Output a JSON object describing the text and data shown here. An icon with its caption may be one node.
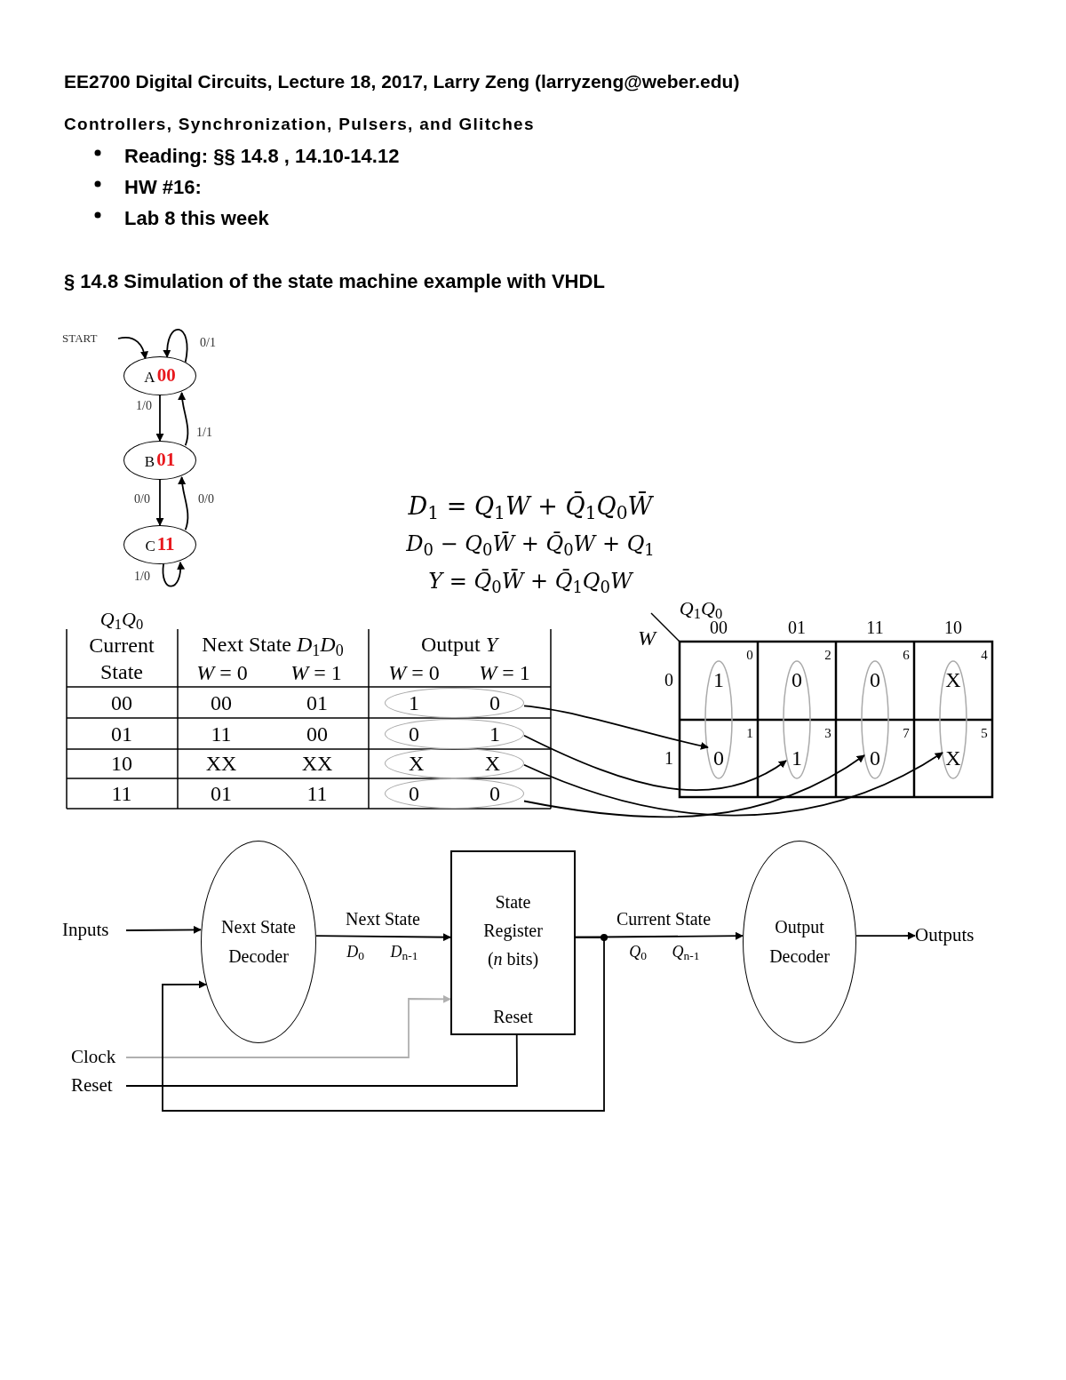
{
  "diagram": {
    "title": "EE2700 Digital Circuits, Lecture 18, 2017, Larry Zeng (larryzeng@weber.edu)",
    "nodes": [
      {
        "text": [
          "START"
        ]
      },
      {
        "text": [
          "A",
          "00"
        ]
      },
      {
        "text": [
          "B",
          "01"
        ]
      },
      {
        "text": [
          "C",
          "11"
        ]
      },
      {
        "text": [
          "1",
          "0"
        ]
      },
      {
        "text": [
          "0",
          "1"
        ]
      },
      {
        "text": [
          "X",
          "X"
        ]
      },
      {
        "text": [
          "0",
          "0"
        ]
      },
      {
        "text": [
          "1"
        ]
      },
      {
        "text": [
          "0"
        ]
      },
      {
        "text": [
          "0"
        ]
      },
      {
        "text": [
          "X"
        ]
      },
      {
        "text": [
          "0"
        ]
      },
      {
        "text": [
          "1"
        ]
      },
      {
        "text": [
          "0"
        ]
      },
      {
        "text": [
          "X"
        ]
      },
      {
        "text": [
          "Inputs"
        ]
      },
      {
        "text": [
          "Next State Decoder"
        ]
      },
      {
        "text": [
          "State Register (*n* bits)",
          "Reset"
        ]
      },
      {
        "text": [
          "Output Decoder"
        ]
      },
      {
        "text": [
          "Outputs"
        ]
      },
      {
        "text": [
          "Clock"
        ]
      },
      {
        "text": [
          "Reset"
        ]
      }
    ],
    "edges": [
      {
        "from": 0,
        "to": 1,
        "arrow": "to"
      },
      {
        "from": 1,
        "to": 1,
        "arrow": "to",
        "label": "0/1"
      },
      {
        "from": 1,
        "to": 2,
        "arrow": "to",
        "label": "1/0"
      },
      {
        "from": 2,
        "to": 1,
        "arrow": "to",
        "label": "1/1"
      },
      {
        "from": 2,
        "to": 3,
        "arrow": "to",
        "label": "0/0"
      },
      {
        "from": 3,
        "to": 2,
        "arrow": "to",
        "label": "0/0"
      },
      {
        "from": 3,
        "to": 3,
        "arrow": "to",
        "label": "1/0"
      },
      {
        "from": 4,
        "to": 12,
        "arrow": "to"
      },
      {
        "from": 5,
        "to": 13,
        "arrow": "to"
      },
      {
        "from": 6,
        "to": 15,
        "arrow": "to"
      },
      {
        "from": 7,
        "to": 14,
        "arrow": "to"
      },
      {
        "from": 16,
        "to": 17,
        "arrow": "to"
      },
      {
        "from": 17,
        "to": 18,
        "arrow": "to",
        "label": "Next State"
      },
      {
        "from": 18,
        "to": 19,
        "arrow": "to",
        "label": "Current State"
      },
      {
        "from": 19,
        "to": 20,
        "arrow": "to"
      },
      {
        "from": 21,
        "to": 18,
        "arrow": "to",
        "color": "#b0b0b0"
      },
      {
        "from": 22,
        "to": 18,
        "arrow": "none"
      },
      {
        "from": 18,
        "to": 17,
        "arrow": "to"
      }
    ],
    "labels": [
      "Controllers, Synchronization, Pulsers, and Glitches",
      "Reading: §§ 14.8 , 14.10-14.12",
      "HW #16:",
      "Lab 8 this week",
      "§ 14.8 Simulation of the state machine example with VHDL",
      "*D*$_{1}$ = *Q*$_{1}$*W* + *Q̄*$_{1}$*Q*$_{0}$*W̄*",
      "*D*$_{0}$ − *Q*$_{0}$*W̄* + *Q̄*$_{0}$*W* + *Q*$_{1}$",
      "*Y* = *Q̄*$_{0}$*W̄* + *Q̄*$_{1}$*Q*$_{0}$*W*",
      "*Q*$_{1}$*Q*$_{0}$",
      "Current State",
      "Next State *D*$_{1}$*D*$_{0}$",
      "Output *Y*",
      "*W* = 0",
      "*W* = 1",
      "*W* = 0",
      "*W* = 1",
      "00",
      "00",
      "01",
      "01",
      "11",
      "00",
      "10",
      "XX",
      "XX",
      "11",
      "01",
      "11",
      "*Q*$_{1}$*Q*$_{0}$",
      "*W*",
      "00",
      "01",
      "11",
      "10",
      "0",
      "1",
      "0",
      "2",
      "6",
      "4",
      "1",
      "3",
      "7",
      "5",
      "*D*$_{0}$",
      "*D*$_{n-1}$",
      "*Q*$_{0}$",
      "*Q*$_{n-1}$"
    ]
  }
}
